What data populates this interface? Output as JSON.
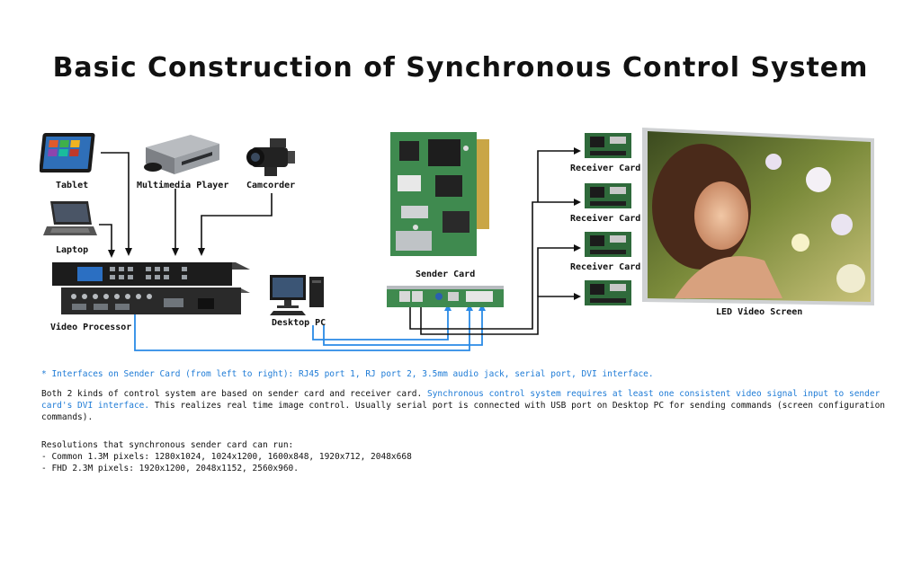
{
  "title": "Basic Construction of Synchronous Control System",
  "labels": {
    "tablet": "Tablet",
    "multimedia_player": "Multimedia Player",
    "camcorder": "Camcorder",
    "laptop": "Laptop",
    "video_processor": "Video Processor",
    "desktop_pc": "Desktop PC",
    "sender_card": "Sender Card",
    "receiver_card_1": "Receiver Card",
    "receiver_card_2": "Receiver Card",
    "receiver_card_3": "Receiver Card",
    "led_video_screen": "LED Video Screen"
  },
  "notes": {
    "interfaces": "* Interfaces on Sender Card (from left to right): RJ45 port 1, RJ port 2, 3.5mm audio jack, serial port, DVI interface.",
    "both_kinds_a": "Both 2 kinds of control system are based on sender card and receiver card.",
    "both_kinds_b": "Synchronous control system requires at least one consistent video signal input to sender card's DVI interface.",
    "both_kinds_c": "This realizes real time image control. Usually serial port is connected with USB port on Desktop PC for sending commands (screen configuration commands).",
    "resolutions_heading": "Resolutions that synchronous sender card can run:",
    "resolution_1": "- Common 1.3M pixels: 1280x1024, 1024x1200, 1600x848, 1920x712, 2048x668",
    "resolution_2": "- FHD 2.3M pixels: 1920x1200, 2048x1152, 2560x960."
  },
  "colors": {
    "usb_wire": "#2a8ae6",
    "network_wire": "#111111",
    "highlight_text": "#1e7bd6"
  }
}
